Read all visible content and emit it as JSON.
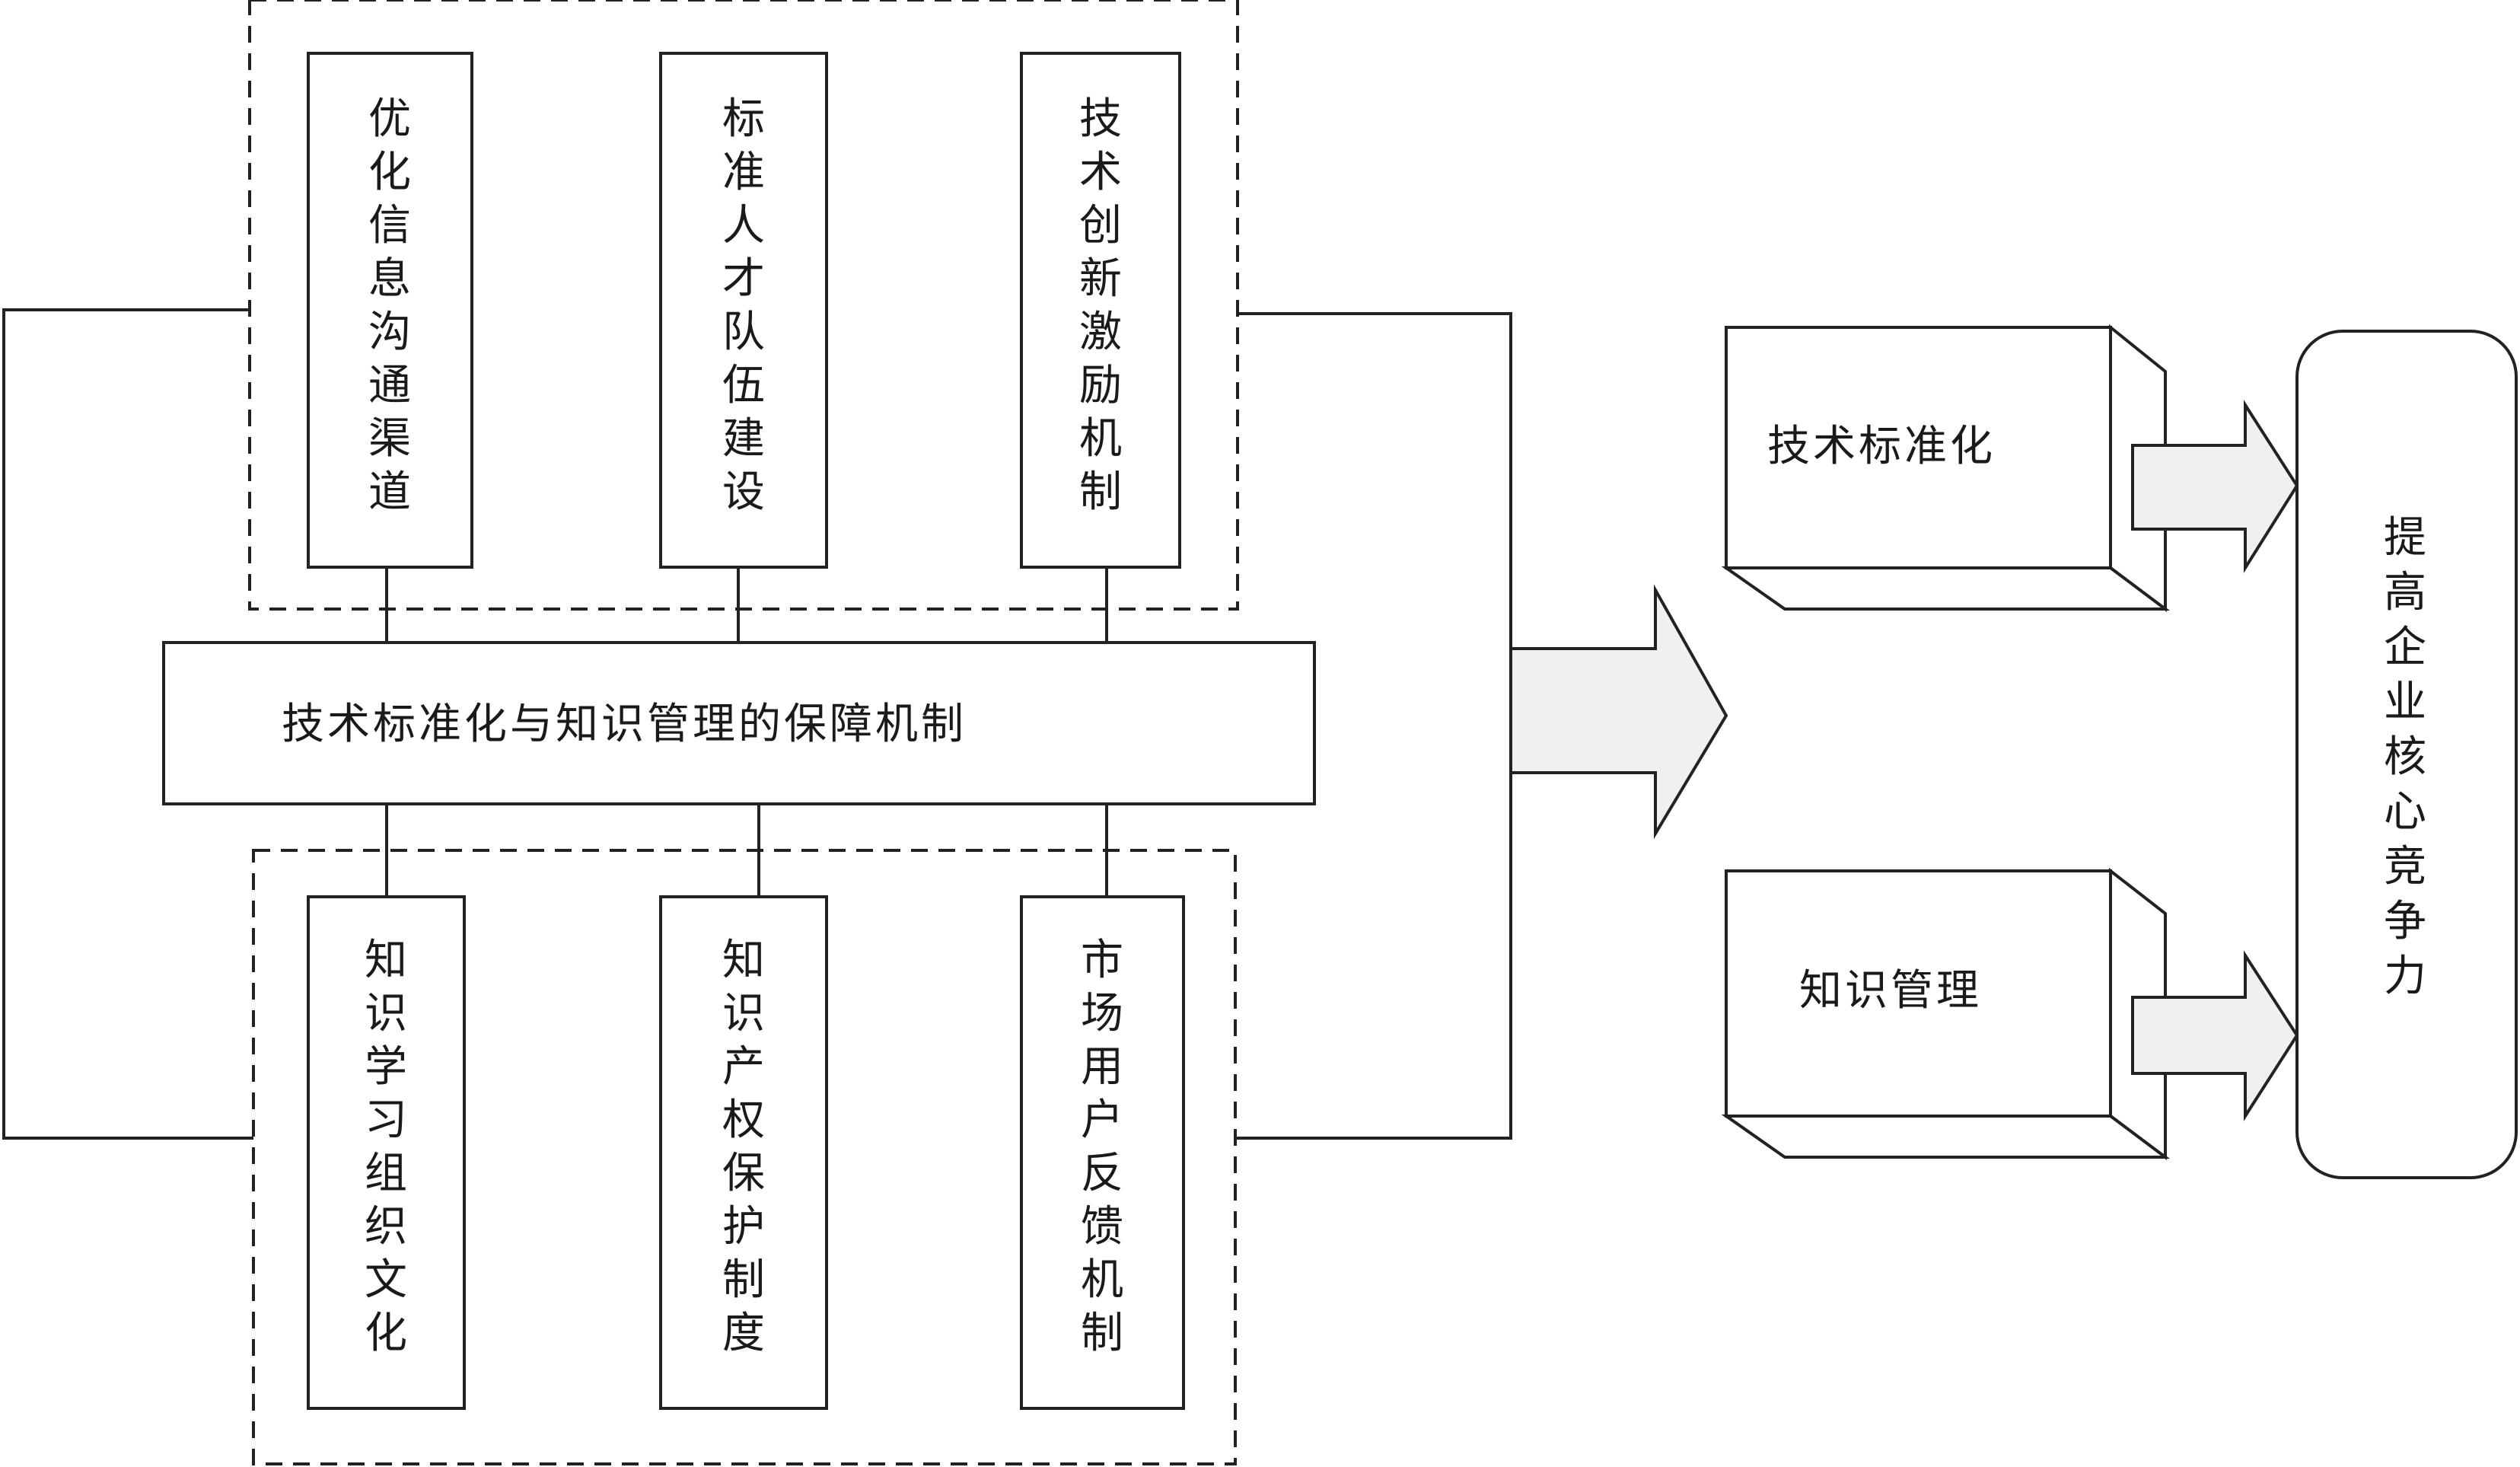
{
  "diagram": {
    "top_boxes": [
      {
        "id": "top-1",
        "label": "优化信息沟通渠道"
      },
      {
        "id": "top-2",
        "label": "标准人才队伍建设"
      },
      {
        "id": "top-3",
        "label": "技术创新激励机制"
      }
    ],
    "bottom_boxes": [
      {
        "id": "bottom-1",
        "label": "知识学习组织文化"
      },
      {
        "id": "bottom-2",
        "label": "知识产权保护制度"
      },
      {
        "id": "bottom-3",
        "label": "市场用户反馈机制"
      }
    ],
    "center_box": {
      "label": "技术标准化与知识管理的保障机制"
    },
    "right_boxes": [
      {
        "id": "right-1",
        "label": "技术标准化"
      },
      {
        "id": "right-2",
        "label": "知识管理"
      }
    ],
    "goal_box": {
      "label": "提高企业核心竞争力"
    }
  }
}
